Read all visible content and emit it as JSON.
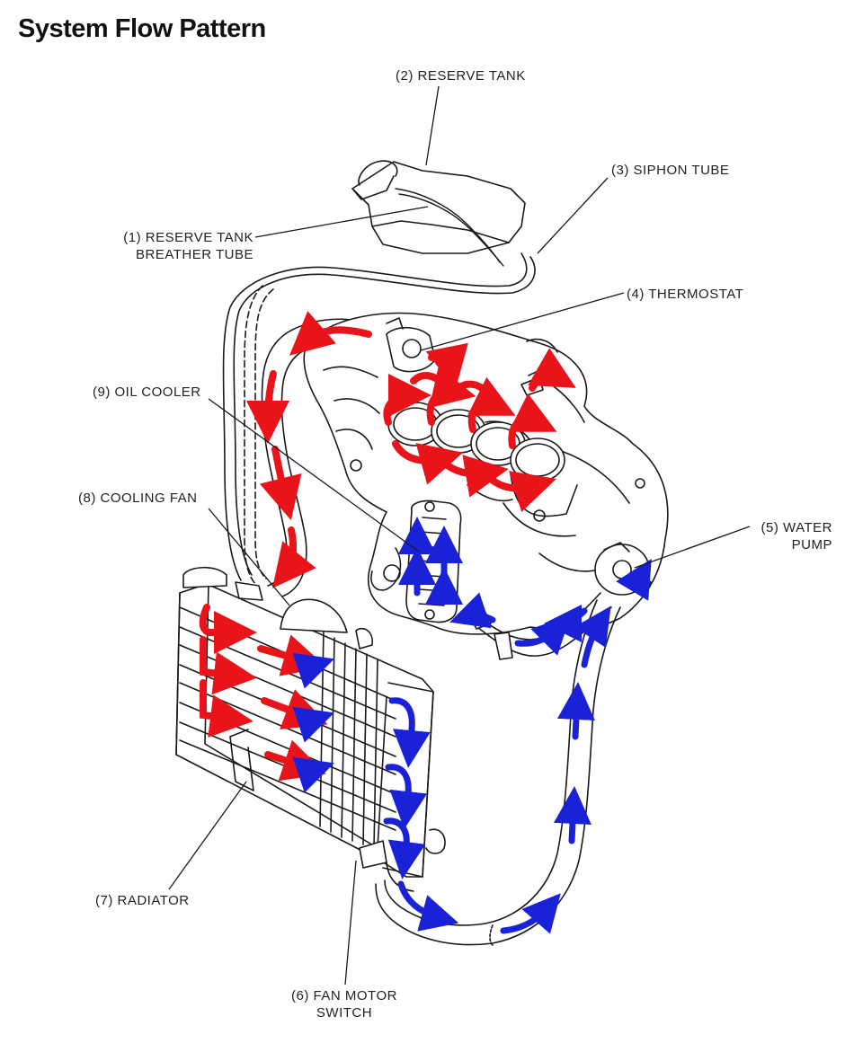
{
  "title": "System Flow Pattern",
  "labels": {
    "reserve_tank_breather_tube": {
      "line1": "(1) RESERVE TANK",
      "line2": "BREATHER TUBE"
    },
    "reserve_tank": "(2) RESERVE TANK",
    "siphon_tube": "(3) SIPHON TUBE",
    "thermostat": "(4) THERMOSTAT",
    "water_pump": {
      "line1": "(5) WATER",
      "line2": "PUMP"
    },
    "fan_motor_switch": {
      "line1": "(6) FAN MOTOR",
      "line2": "SWITCH"
    },
    "radiator": "(7) RADIATOR",
    "cooling_fan": "(8) COOLING FAN",
    "oil_cooler": "(9) OIL COOLER"
  },
  "colors": {
    "hot_coolant": "#e8141a",
    "cool_coolant": "#1a22d8",
    "line_art": "#1a1a1a"
  }
}
